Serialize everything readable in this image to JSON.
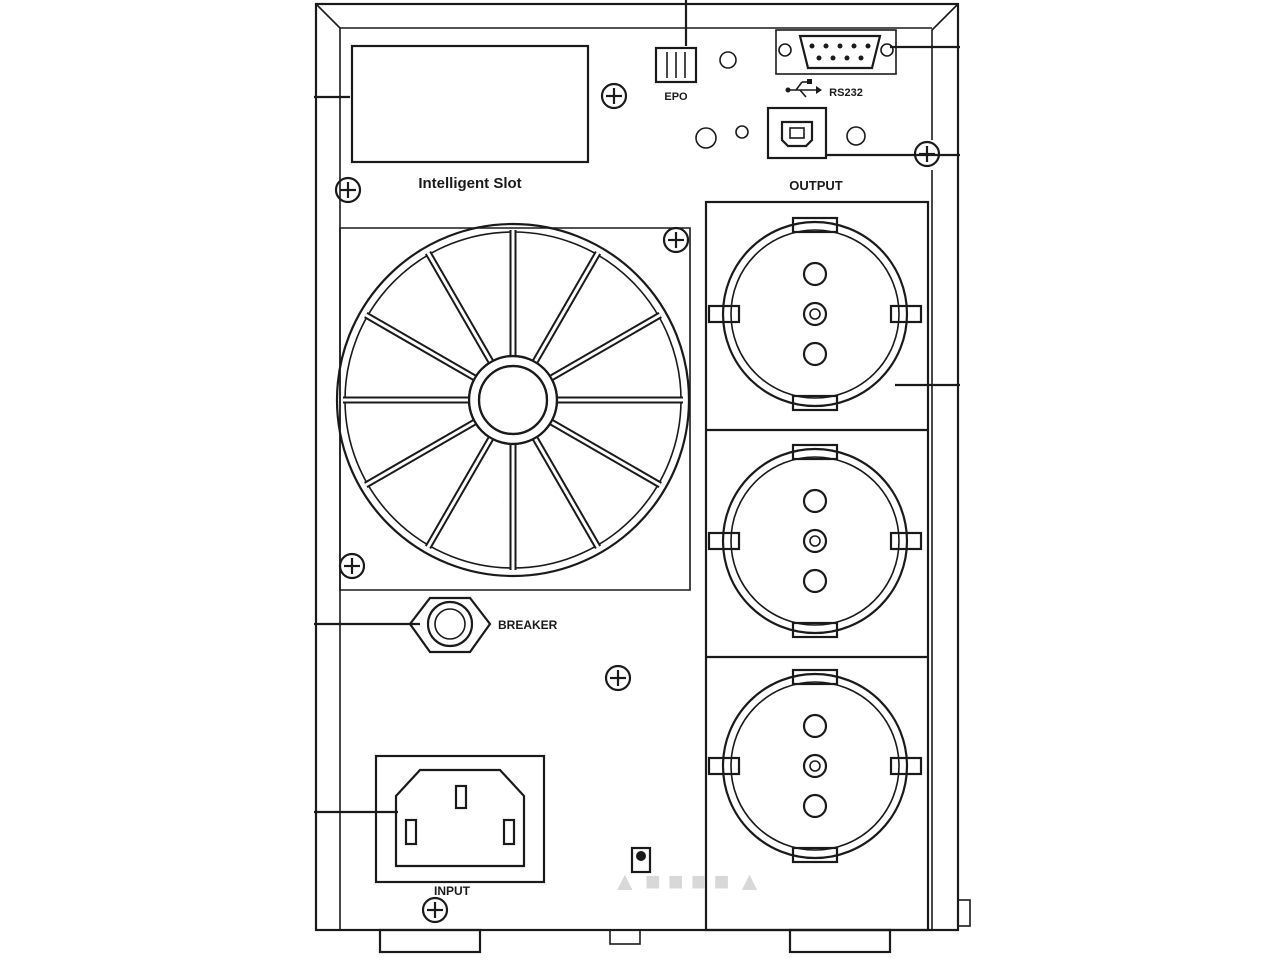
{
  "labels": {
    "intelligent_slot": "Intelligent Slot",
    "epo": "EPO",
    "rs232": "RS232",
    "output": "OUTPUT",
    "breaker": "BREAKER",
    "input": "INPUT"
  },
  "outlets": [
    {
      "name": "output-socket-1"
    },
    {
      "name": "output-socket-2"
    },
    {
      "name": "output-socket-3"
    }
  ],
  "watermark": "▲ ■ ■ ■ ■ ▲",
  "colors": {
    "line": "#1a1a1a",
    "background": "#ffffff"
  }
}
